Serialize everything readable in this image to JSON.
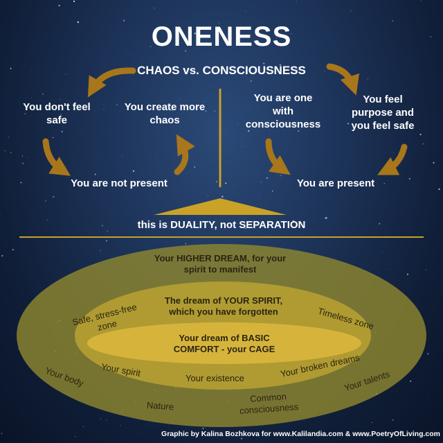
{
  "colors": {
    "background": "#1c3257",
    "gold": "#c9a227",
    "arrow": "#a8761b",
    "ring_outer": "#8e8630",
    "ring_middle": "#b5a032",
    "ring_inner": "#d6b43c"
  },
  "title": "ONENESS",
  "subtitle": "CHAOS vs. CONSCIOUSNESS",
  "left": {
    "not_safe": "You don't feel safe",
    "more_chaos": "You create more chaos",
    "not_present": "You are not present"
  },
  "right": {
    "one_with": "You are one with consciousness",
    "purpose": "You feel purpose and you feel safe",
    "present": "You are present"
  },
  "duality": "this is DUALITY, not SEPARATION",
  "dreams": {
    "higher": "Your HIGHER DREAM, for your spirit to manifest",
    "spirit": "The dream of YOUR SPIRIT, which you have forgotten",
    "basic": "Your dream of BASIC COMFORT - your CAGE"
  },
  "zones": {
    "safe": "Safe, stress-free zone",
    "timeless": "Timeless zone",
    "your_spirit": "Your spirit",
    "your_existence": "Your existence",
    "broken_dreams": "Your broken dreams",
    "your_body": "Your body",
    "your_talents": "Your talents",
    "nature": "Nature",
    "common": "Common consciousness"
  },
  "credit": "Graphic by Kalina Bozhkova for www.Kalilandia.com & www.PoetryOfLiving.com"
}
